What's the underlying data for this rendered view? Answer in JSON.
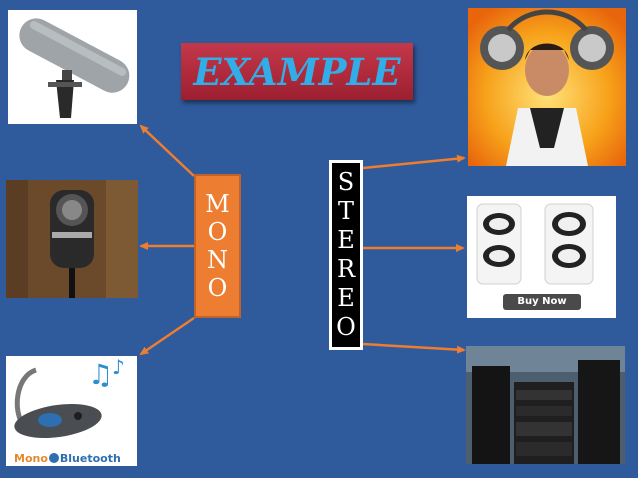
{
  "title": "EXAMPLE",
  "mono": {
    "letters": [
      "M",
      "O",
      "N",
      "O"
    ]
  },
  "stereo": {
    "letters": [
      "S",
      "T",
      "E",
      "R",
      "E",
      "O"
    ]
  },
  "images": {
    "buy_now_label": "Buy Now",
    "bluetooth_label_a": "Mono",
    "bluetooth_label_b": "Bluetooth"
  },
  "colors": {
    "background": "#2f5a9c",
    "title_box": "#b02a3c",
    "title_text": "#31aee8",
    "mono_box": "#ed7d31",
    "stereo_box": "#000000",
    "arrow": "#ed7d31"
  }
}
